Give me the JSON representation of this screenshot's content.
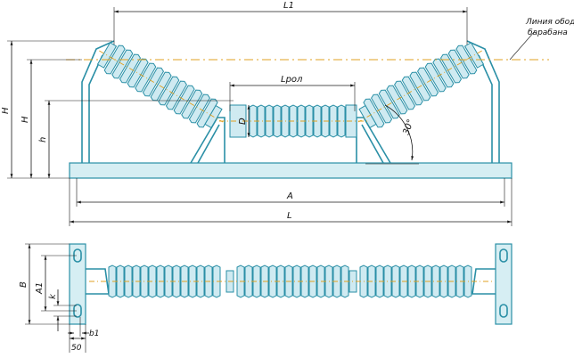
{
  "labels": {
    "L1": "L1",
    "drum_line_1": "Линия обода",
    "drum_line_2": "барабана",
    "H_outer": "H",
    "H_inner": "H",
    "h": "h",
    "Lrol": "Lрол",
    "D": "D",
    "angle": "30°",
    "A": "A",
    "L": "L",
    "B": "B",
    "A1": "A1",
    "k": "k",
    "b1": "b1",
    "fifty": "50"
  },
  "colors": {
    "frame": "#2a8fa6",
    "axis": "#e0a020",
    "dimension": "#1a1a1a"
  }
}
